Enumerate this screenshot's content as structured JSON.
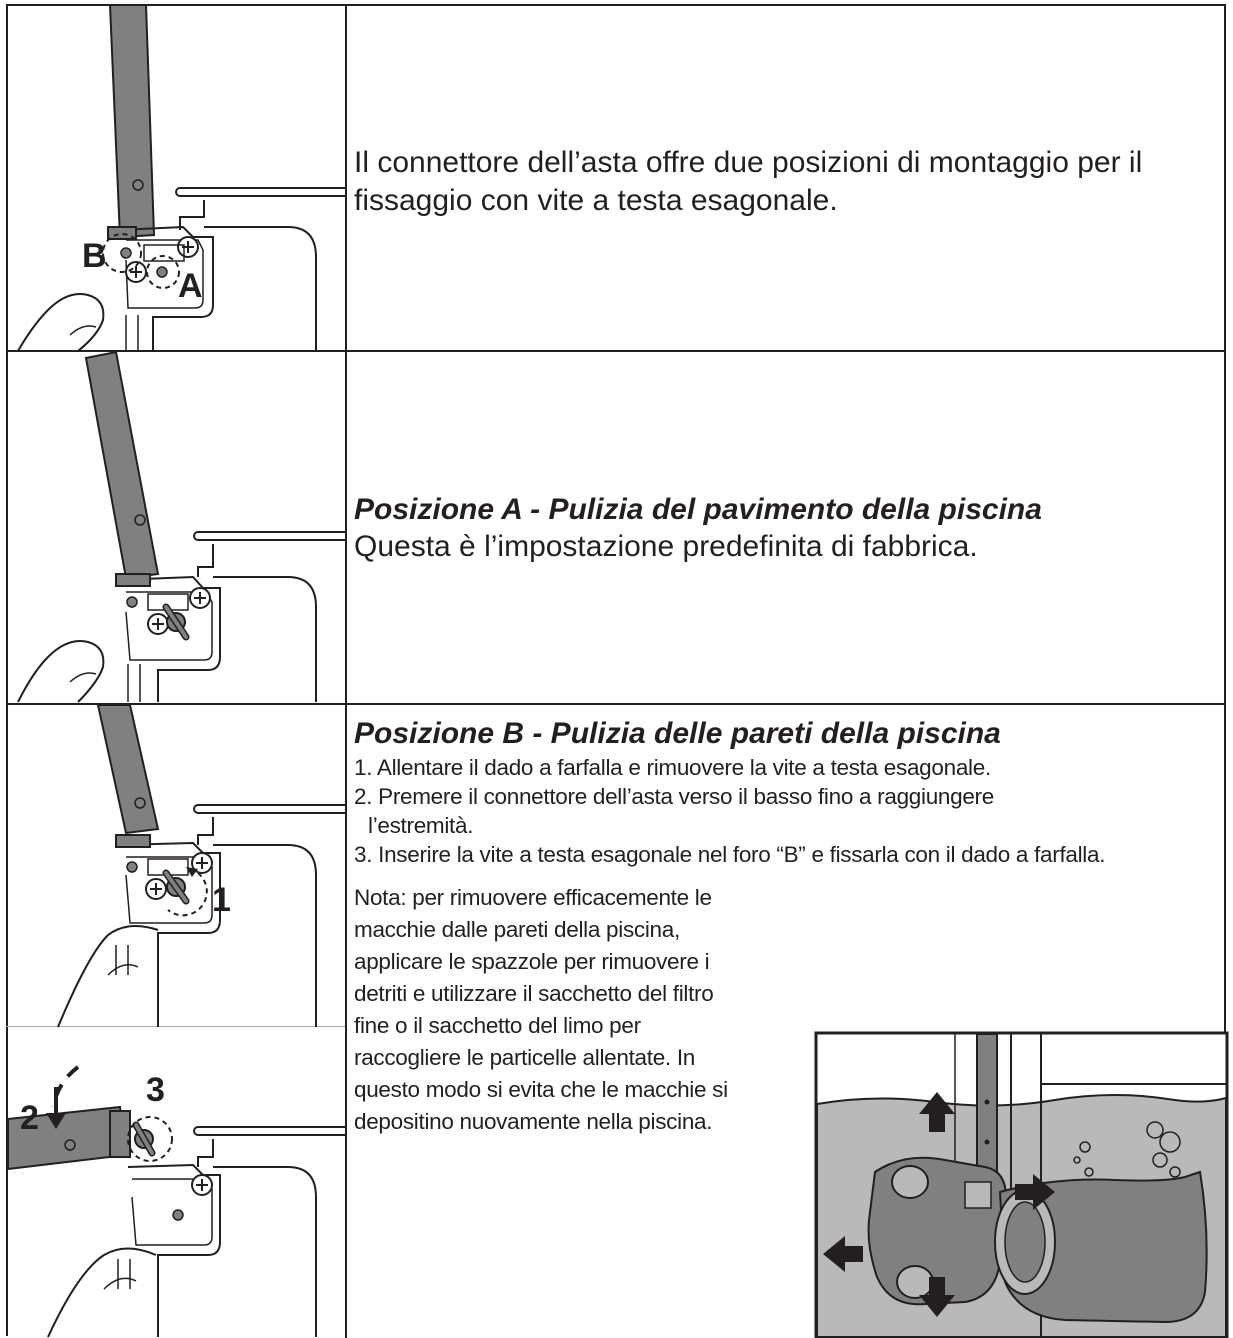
{
  "row1": {
    "text": "Il connettore dell’asta offre due posizioni di montaggio per il fissaggio con vite a testa esagonale.",
    "label_a": "A",
    "label_b": "B"
  },
  "row2": {
    "heading": "Posizione A - Pulizia del pavimento della piscina",
    "text": "Questa è l’impostazione predefinita di fabbrica."
  },
  "row3": {
    "heading": "Posizione B - Pulizia delle pareti della piscina",
    "steps": [
      "1. Allentare il dado a farfalla e rimuovere la vite a testa esagonale.",
      "2. Premere il connettore dell’asta verso il basso fino a raggiungere",
      "l’estremità.",
      "3. Inserire la vite a testa esagonale nel foro “B” e fissarla con il dado a farfalla."
    ],
    "label_1": "1"
  },
  "row4": {
    "label_2": "2",
    "label_3": "3",
    "note_lines": [
      "Nota: per rimuovere efficacemente le",
      "macchie dalle pareti della piscina,",
      "applicare le spazzole per rimuovere i",
      "detriti e utilizzare il sacchetto del filtro",
      "fine o il sacchetto del limo per",
      "raccogliere le particelle allentate. In",
      "questo modo si evita che le macchie si",
      "depositino nuovamente nella piscina."
    ]
  },
  "colors": {
    "ink": "#231f20",
    "pole": "#808080",
    "water": "#b9b9b9"
  }
}
